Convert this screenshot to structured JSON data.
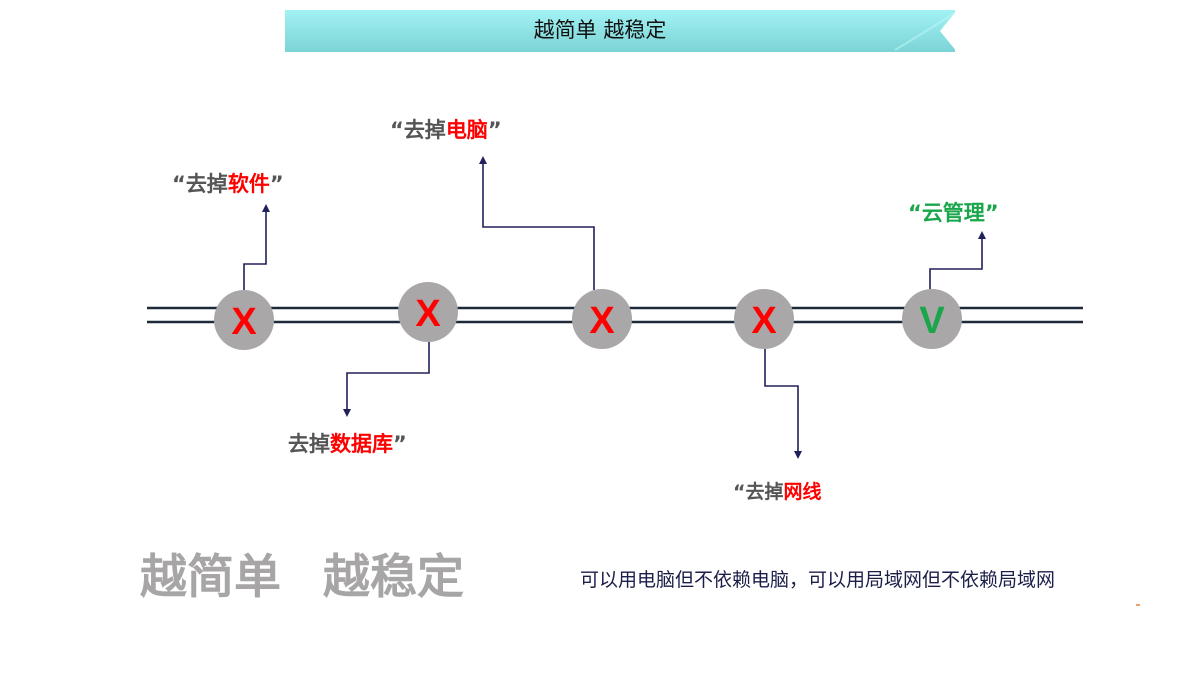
{
  "banner": {
    "title": "越简单 越稳定"
  },
  "nodes": [
    {
      "id": "software",
      "symbol": "X",
      "status": "removed",
      "label": {
        "open_quote": "“",
        "prefix": "去掉",
        "highlight": "软件",
        "close_quote": "”"
      }
    },
    {
      "id": "database",
      "symbol": "X",
      "status": "removed",
      "label": {
        "open_quote": "",
        "prefix": "去掉",
        "highlight": "数据库",
        "close_quote": "”"
      }
    },
    {
      "id": "computer",
      "symbol": "X",
      "status": "removed",
      "label": {
        "open_quote": "“",
        "prefix": "去掉",
        "highlight": "电脑",
        "close_quote": "”"
      }
    },
    {
      "id": "network-cable",
      "symbol": "X",
      "status": "removed",
      "label": {
        "open_quote": "“",
        "prefix": "去掉",
        "highlight": "网线",
        "close_quote": ""
      }
    },
    {
      "id": "cloud-management",
      "symbol": "V",
      "status": "kept",
      "label": {
        "open_quote": "“",
        "prefix": "",
        "highlight": "云管理",
        "close_quote": "”"
      }
    }
  ],
  "slogan": {
    "part1": "越简单",
    "part2": "越稳定"
  },
  "caption": "可以用电脑但不依赖电脑，可以用局域网但不依赖局域网",
  "colors": {
    "banner_top": "#9ff0f2",
    "banner_bottom": "#7fd6d8",
    "line": "#1e2a3a",
    "connector": "#20205a",
    "circle": "#a9a7a8",
    "removed": "#ff0000",
    "kept": "#1aa64a",
    "label_gray": "#555555",
    "slogan_gray": "#a7a5a6",
    "caption": "#1c1f4a"
  }
}
